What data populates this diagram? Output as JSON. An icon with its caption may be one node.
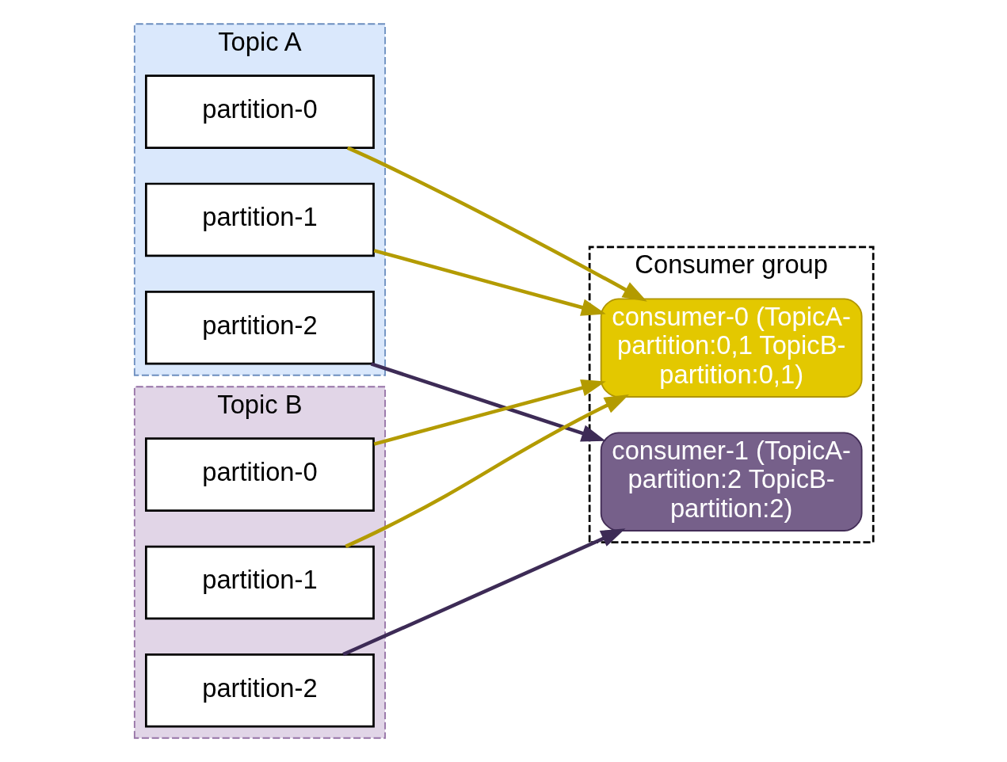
{
  "diagram": {
    "nodes": [
      {
        "text": [
          "Topic A"
        ]
      },
      {
        "text": [
          "partition-0"
        ],
        "in": 0
      },
      {
        "text": [
          "partition-1"
        ],
        "in": 0
      },
      {
        "text": [
          "partition-2"
        ],
        "in": 0
      },
      {
        "text": [
          "Topic B"
        ]
      },
      {
        "text": [
          "partition-0"
        ],
        "in": 4
      },
      {
        "text": [
          "partition-1"
        ],
        "in": 4
      },
      {
        "text": [
          "partition-2"
        ],
        "in": 4
      },
      {
        "text": [
          "Consumer group"
        ]
      },
      {
        "text": [
          "consumer-0 (TopicA-partition:0,1 TopicB-partition:0,1)"
        ],
        "in": 8
      },
      {
        "text": [
          "consumer-1 (TopicA-partition:2 TopicB-partition:2)"
        ],
        "in": 8
      }
    ],
    "edges": [
      {
        "from": 1,
        "to": 9,
        "arrow": "to"
      },
      {
        "from": 2,
        "to": 9,
        "arrow": "to"
      },
      {
        "from": 3,
        "to": 10,
        "arrow": "to",
        "color": "#3d2b56"
      },
      {
        "from": 5,
        "to": 9,
        "arrow": "to"
      },
      {
        "from": 6,
        "to": 9,
        "arrow": "to"
      },
      {
        "from": 7,
        "to": 10,
        "arrow": "to",
        "color": "#3d2b56"
      }
    ]
  }
}
